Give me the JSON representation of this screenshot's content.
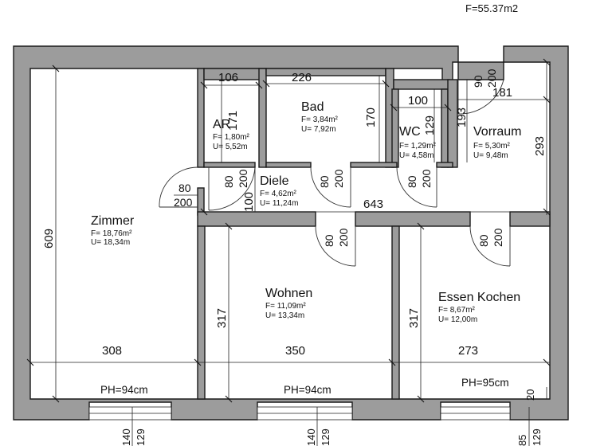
{
  "header": {
    "total_area": "F=55.37m2"
  },
  "rooms": {
    "zimmer": {
      "name": "Zimmer",
      "f": "F= 18,76m²",
      "u": "U= 18,34m"
    },
    "ar": {
      "name": "AR",
      "f": "F= 1,80m²",
      "u": "U= 5,52m"
    },
    "bad": {
      "name": "Bad",
      "f": "F= 3,84m²",
      "u": "U= 7,92m"
    },
    "wc": {
      "name": "WC",
      "f": "F= 1,29m²",
      "u": "U= 4,58m"
    },
    "vorraum": {
      "name": "Vorraum",
      "f": "F= 5,30m²",
      "u": "U= 9,48m"
    },
    "diele": {
      "name": "Diele",
      "f": "F= 4,62m²",
      "u": "U= 11,24m"
    },
    "wohnen": {
      "name": "Wohnen",
      "f": "F= 11,09m²",
      "u": "U= 13,34m"
    },
    "essen": {
      "name": "Essen Kochen",
      "f": "F= 8,67m²",
      "u": "U= 12,00m"
    }
  },
  "dims": {
    "d106": "106",
    "d226": "226",
    "d100": "100",
    "d181": "181",
    "d171": "171",
    "d170": "170",
    "d129": "129",
    "d193": "193",
    "d293": "293",
    "d643": "643",
    "d100v": "100",
    "d609": "609",
    "d317a": "317",
    "d317b": "317",
    "d308": "308",
    "d350": "350",
    "d273": "273",
    "d20": "20"
  },
  "doors": {
    "top_w": "90",
    "top_h": "200",
    "left_w": "80",
    "left_h": "200",
    "ar_w": "80",
    "ar_h": "200",
    "bad_w": "80",
    "bad_h": "200",
    "wc_w": "80",
    "wc_h": "200",
    "wohnen_w": "80",
    "wohnen_h": "200",
    "essen_w": "80",
    "essen_h": "200"
  },
  "parapets": {
    "p1": "PH=94cm",
    "p2": "PH=94cm",
    "p3": "PH=95cm"
  },
  "windows": {
    "w1a": "140",
    "w1b": "129",
    "w2a": "140",
    "w2b": "129",
    "w3a": "85",
    "w3b": "129"
  }
}
